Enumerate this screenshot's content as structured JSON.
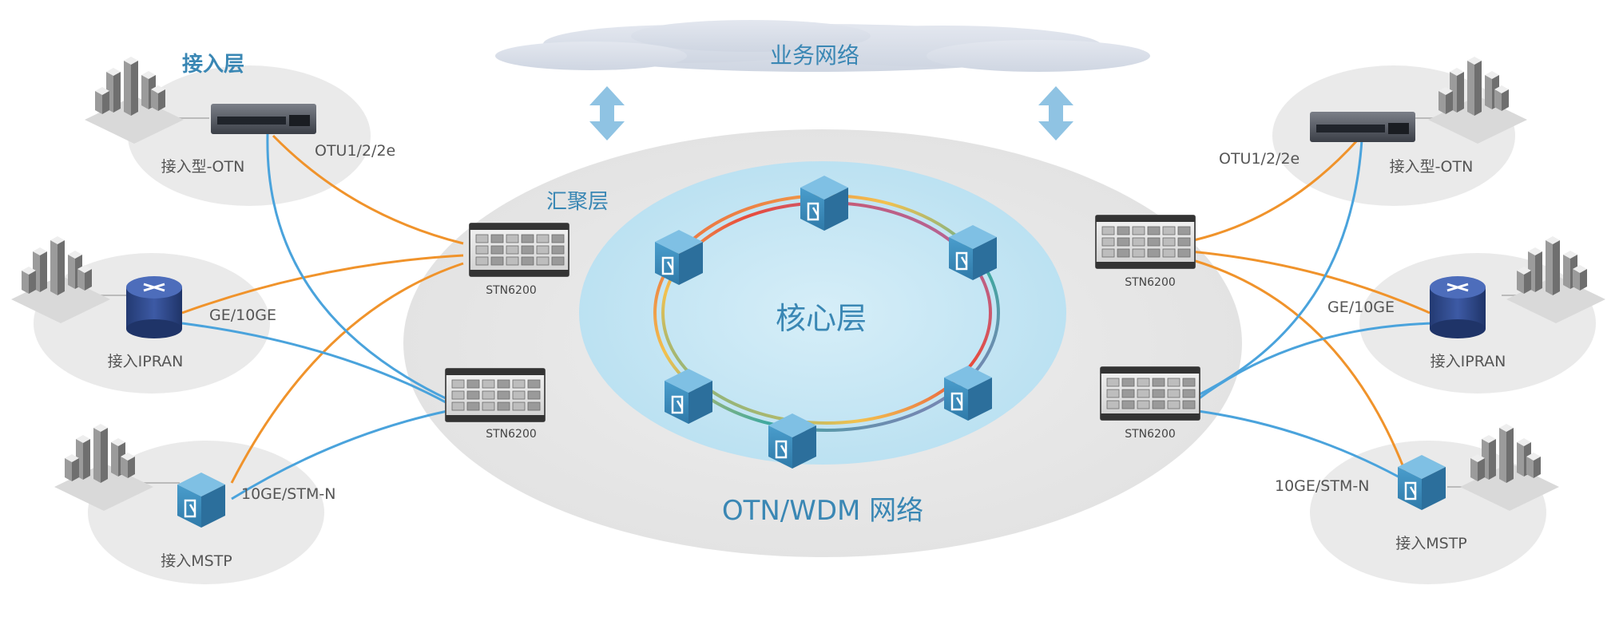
{
  "business_network": {
    "label": "业务网络"
  },
  "access_layer": {
    "title": "接入层"
  },
  "aggregation_layer": {
    "title": "汇聚层"
  },
  "core_layer": {
    "title": "核心层"
  },
  "otn_network": {
    "label": "OTN/WDM 网络"
  },
  "left_nodes": {
    "otn": {
      "name": "接入型-OTN",
      "link": "OTU1/2/2e"
    },
    "ipran": {
      "name": "接入IPRAN",
      "link": "GE/10GE"
    },
    "mstp": {
      "name": "接入MSTP",
      "link": "10GE/STM-N"
    }
  },
  "right_nodes": {
    "otn": {
      "name": "接入型-OTN",
      "link": "OTU1/2/2e"
    },
    "ipran": {
      "name": "接入IPRAN",
      "link": "GE/10GE"
    },
    "mstp": {
      "name": "接入MSTP",
      "link": "10GE/STM-N"
    }
  },
  "devices": {
    "left_top": "STN6200",
    "left_bottom": "STN6200",
    "right_top": "STN6200",
    "right_bottom": "STN6200"
  },
  "colors": {
    "blue_text": "#3a87b4",
    "orange_link": "#f0932b",
    "blue_link": "#4aa3dc",
    "cube": "#3f8fc0",
    "core_fill": "#bfe3f2"
  }
}
